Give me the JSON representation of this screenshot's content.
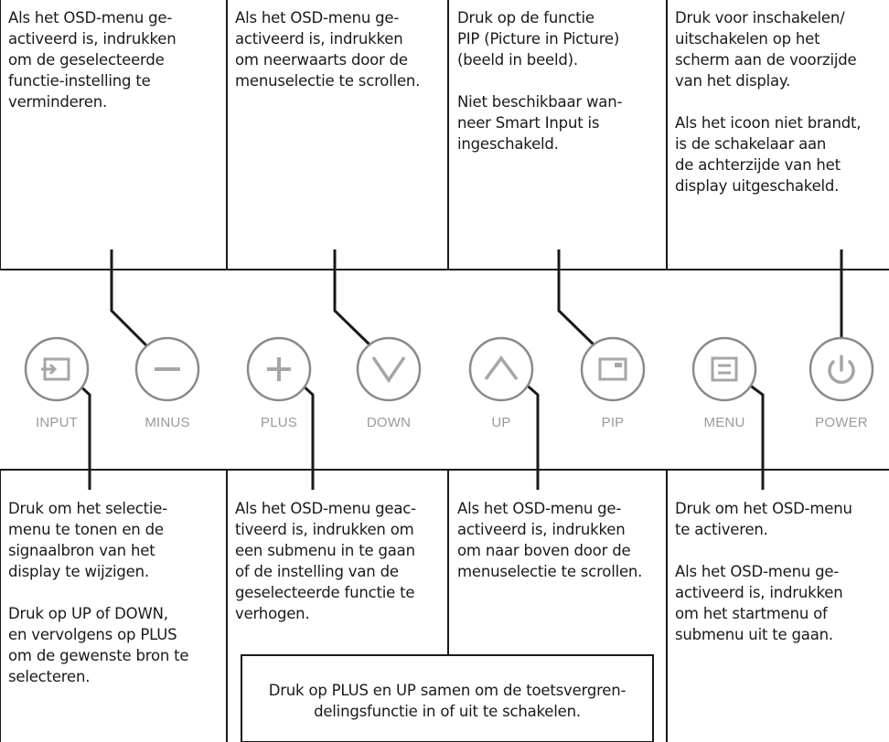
{
  "top_boxes": [
    {
      "paras": [
        "Als het OSD-menu ge-\nactiveerd is, indrukken\nom de geselecteerde\nfunctie-instelling te\nverminderen."
      ]
    },
    {
      "paras": [
        "Als het OSD-menu ge-\nactiveerd is, indrukken\nom neerwaarts door de\nmenuselectie te scrollen."
      ]
    },
    {
      "paras": [
        "Druk op de functie\nPIP (Picture in Picture)\n(beeld in beeld).",
        "Niet beschikbaar wan-\nneer Smart Input is\ningeschakeld."
      ]
    },
    {
      "paras": [
        "Druk voor inschakelen/\nuitschakelen op het\nscherm aan de voorzijde\nvan het display.",
        "Als het icoon niet brandt,\nis de schakelaar aan\nde achterzijde van het\ndisplay uitgeschakeld."
      ]
    }
  ],
  "buttons": [
    {
      "label": "INPUT",
      "icon": "input-icon"
    },
    {
      "label": "MINUS",
      "icon": "minus-icon"
    },
    {
      "label": "PLUS",
      "icon": "plus-icon"
    },
    {
      "label": "DOWN",
      "icon": "chevron-down-icon"
    },
    {
      "label": "UP",
      "icon": "chevron-up-icon"
    },
    {
      "label": "PIP",
      "icon": "pip-icon"
    },
    {
      "label": "MENU",
      "icon": "menu-icon"
    },
    {
      "label": "POWER",
      "icon": "power-icon"
    }
  ],
  "bottom_boxes": [
    {
      "paras": [
        "Druk om het selectie-\nmenu te tonen en de\nsignaalbron van het\ndisplay te wijzigen.",
        "Druk op UP of DOWN,\nen vervolgens op PLUS\nom de gewenste bron te\nselecteren."
      ]
    },
    {
      "paras": [
        "Als het OSD-menu geac-\ntiveerd is, indrukken om\neen submenu in te gaan\nof de instelling van de\ngeselecteerde functie te\nverhogen."
      ]
    },
    {
      "paras": [
        "Als het OSD-menu ge-\nactiveerd is, indrukken\nom naar boven door de\nmenuselectie te scrollen."
      ]
    },
    {
      "paras": [
        "Druk om het OSD-menu\nte activeren.",
        "Als het OSD-menu ge-\nactiveerd is, indrukken\nom het startmenu of\nsubmenu uit te gaan."
      ]
    }
  ],
  "note": "Druk op PLUS en UP samen om de toetsvergren-\ndelingsfunctie in of uit te schakelen.",
  "colors": {
    "line": "#1a1a1a",
    "button_outline": "#8a8a8a",
    "button_label": "#9a9a9a",
    "icon": "#a6a6a6"
  }
}
